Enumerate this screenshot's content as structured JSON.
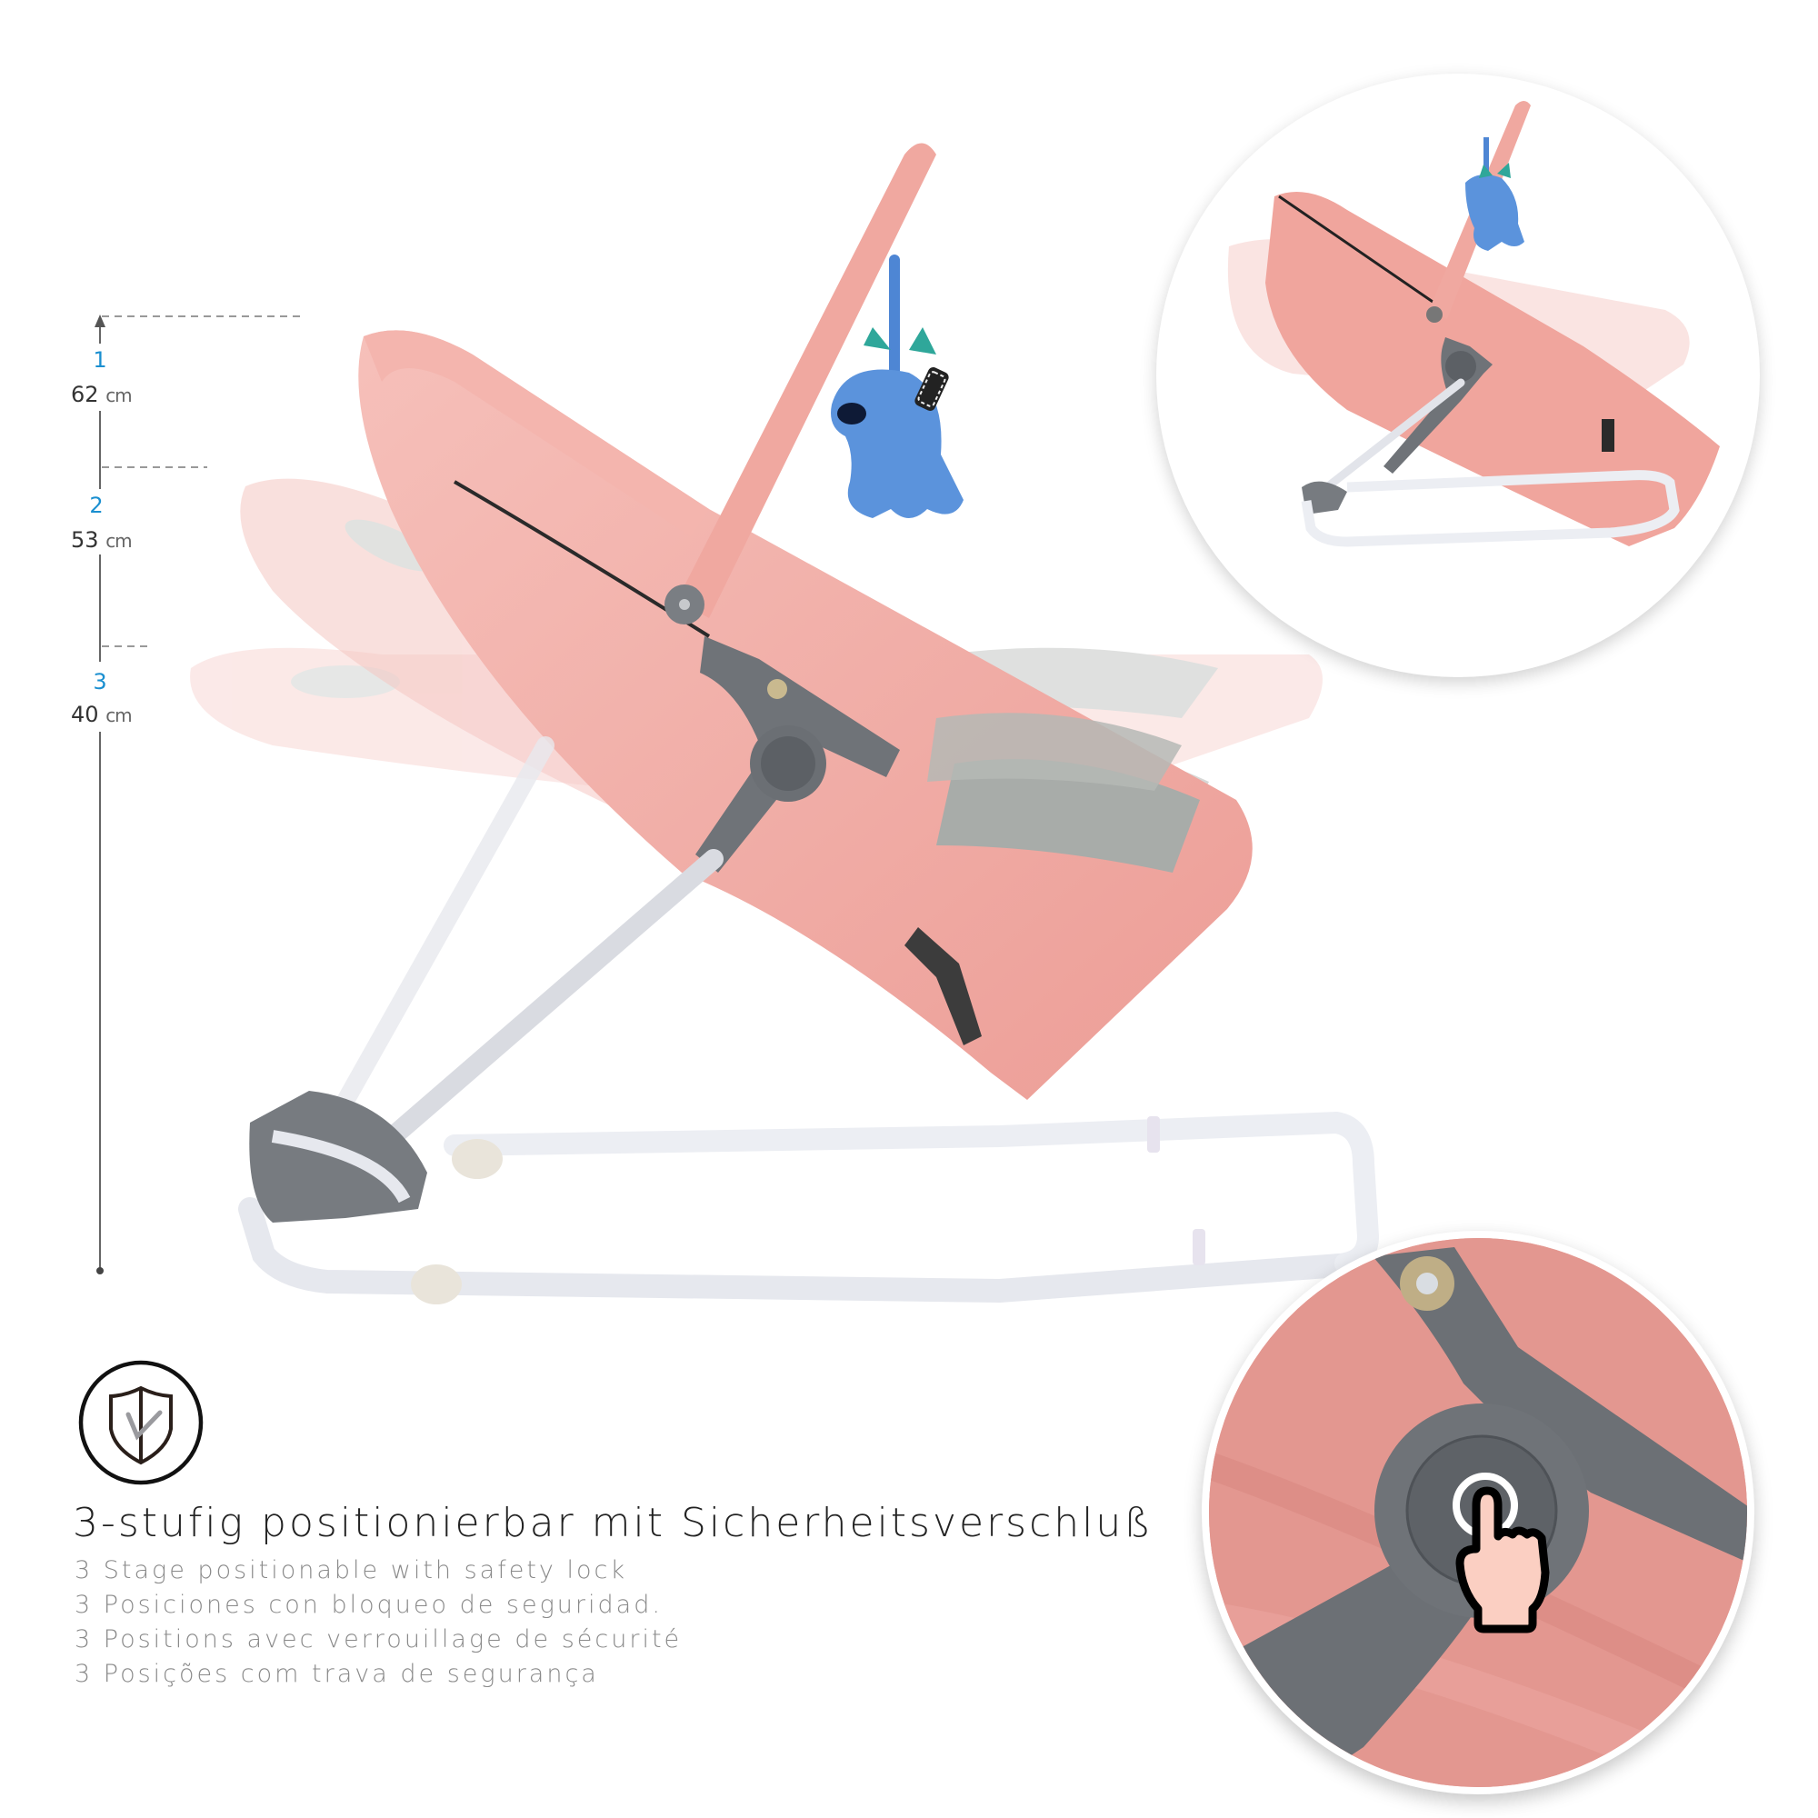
{
  "image": {
    "description": "Baby bouncer product feature image showing three recline positions with safety lock"
  },
  "height_scale": {
    "stages": [
      {
        "number": "1",
        "value": "62",
        "unit": "cm"
      },
      {
        "number": "2",
        "value": "53",
        "unit": "cm"
      },
      {
        "number": "3",
        "value": "40",
        "unit": "cm"
      }
    ],
    "number_color": "#1a8fd0"
  },
  "feature": {
    "icon": "shield-check-icon",
    "title_de": "3-stufig positionierbar mit Sicherheitsverschluß",
    "translations": [
      "3 Stage positionable with safety lock",
      "3 Posiciones con bloqueo de seguridad.",
      "3 Positions avec verrouillage de sécurité",
      "3 Posições com trava de segurança"
    ]
  },
  "insets": {
    "top_right": "folded-bouncer-view",
    "bottom_right": "safety-lock-button-closeup",
    "press_icon": "hand-press-icon"
  },
  "colors": {
    "fabric_pink": "#f2a9a2",
    "fabric_light": "#f7d3d0",
    "frame_white": "#eef0f4",
    "plastic_gray": "#6f7378",
    "toy_blue": "#5b93dc",
    "toy_teal": "#2fa79a",
    "hand_fill": "#fbcfc2"
  }
}
